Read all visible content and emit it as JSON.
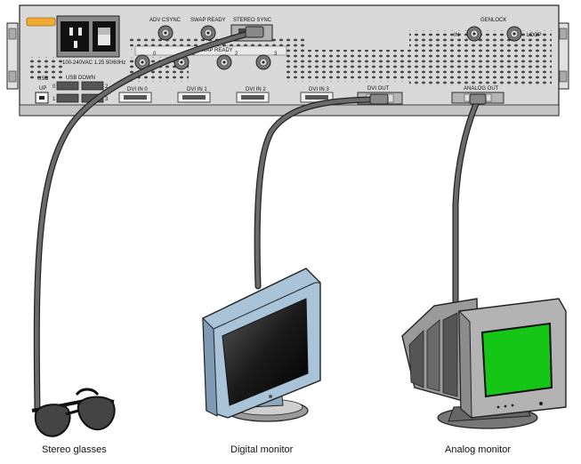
{
  "panel": {
    "adv_csync": "ADV CSYNC",
    "swap_ready_top": "SWAP READY",
    "stereo_sync": "STEREO SYNC",
    "genlock": "GENLOCK",
    "in": "IN",
    "loop": "LOOP",
    "swap_ready_2": "SWAP READY",
    "n0": "0",
    "n1": "1",
    "n2": "2",
    "n3": "3",
    "usb": "USB",
    "up": "UP",
    "usb_down": "USB DOWN",
    "usb_0": "0",
    "usb_1": "1",
    "usb_2": "2",
    "usb_3": "3",
    "power_rating": "100-240VAC 1.25 50/60Hz",
    "dvi_in_0": "DVI IN 0",
    "dvi_in_1": "DVI IN 1",
    "dvi_in_2": "DVI IN 2",
    "dvi_in_3": "DVI IN 3",
    "dvi_out": "DVI OUT",
    "analog_out": "ANALOG OUT"
  },
  "devices": {
    "glasses_caption": "Stereo glasses",
    "digital_caption": "Digital monitor",
    "analog_caption": "Analog monitor"
  },
  "colors": {
    "chassis": "#d9d9d9",
    "cable": "#6b6b6b",
    "lcd_frame": "#a9c3d8",
    "crt_screen": "#16c616"
  }
}
